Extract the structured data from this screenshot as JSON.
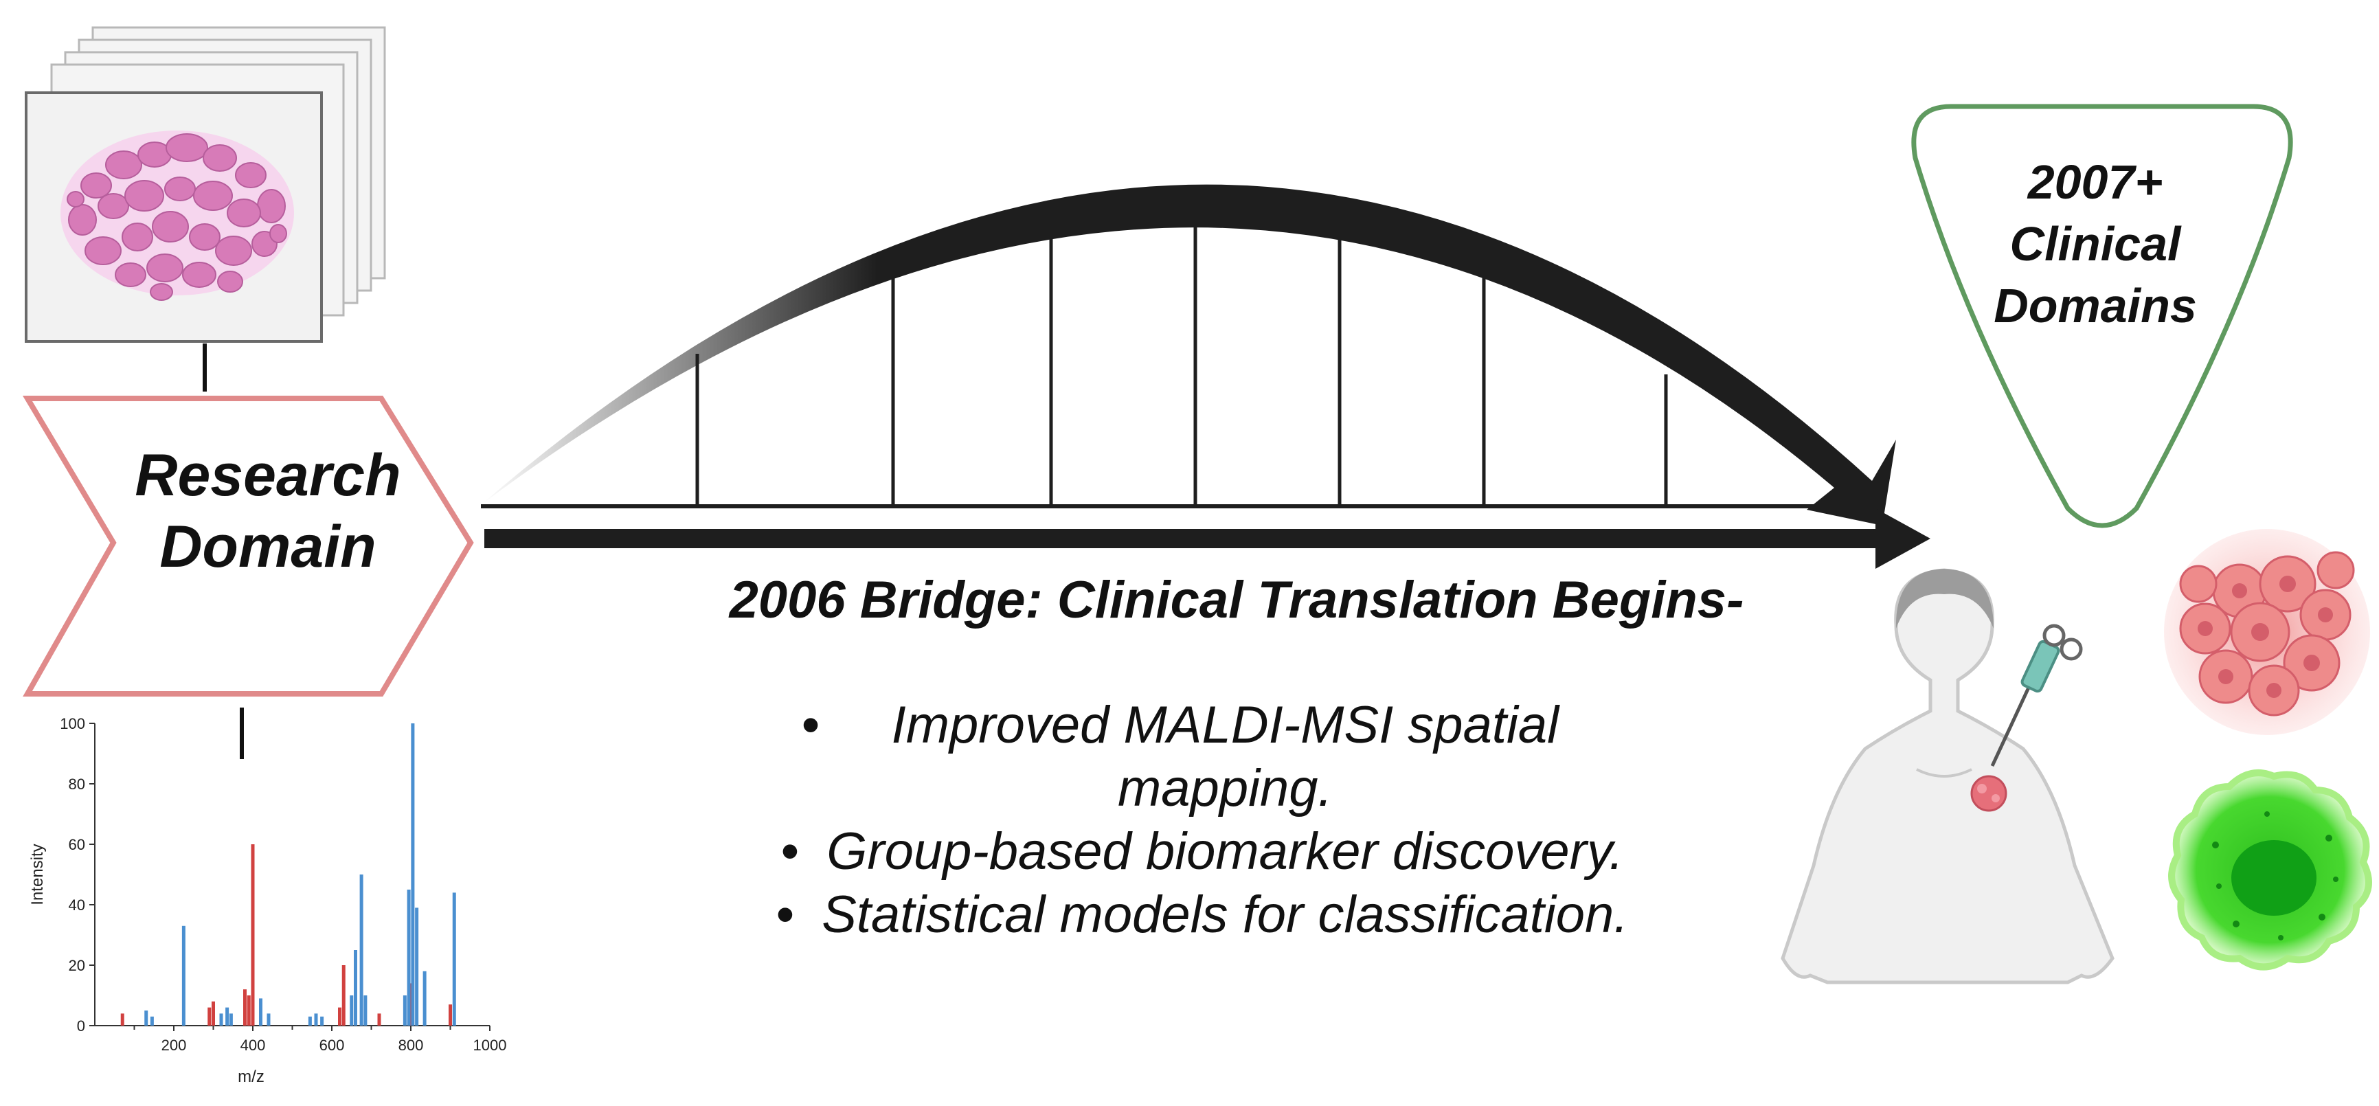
{
  "research": {
    "label_line1": "Research",
    "label_line2": "Domain"
  },
  "clinical": {
    "line1": "2007+",
    "line2": "Clinical",
    "line3": "Domains"
  },
  "bridge": {
    "title": "2006 Bridge: Clinical Translation Begins-",
    "bullets": [
      "Improved MALDI-MSI spatial mapping.",
      "Group-based biomarker discovery.",
      "Statistical models for classification."
    ]
  },
  "colors": {
    "research_outline": "#e08a8a",
    "clinical_outline": "#5f9a5f",
    "red_peaks": "#d1413f",
    "blue_peaks": "#4a8fd0",
    "bridge": "#1e1e1e"
  },
  "icons": {
    "tissue_stack": "tissue-slide-stack-icon",
    "patient": "patient-with-syringe-icon",
    "tumor": "tumor-cell-cluster-icon",
    "fluorescent_cell": "fluorescent-cell-icon"
  },
  "chart_data": {
    "type": "bar",
    "ylabel": "Intensity",
    "xlabel": "m/z",
    "xlim": [
      0,
      1000
    ],
    "ylim": [
      0,
      100
    ],
    "x_ticks": [
      "200",
      "400",
      "600",
      "800",
      "1000"
    ],
    "y_ticks": [
      "0",
      "20",
      "40",
      "60",
      "80",
      "100"
    ],
    "series": [
      {
        "color": "red",
        "points": [
          [
            70,
            4
          ],
          [
            290,
            6
          ],
          [
            300,
            8
          ],
          [
            380,
            12
          ],
          [
            390,
            10
          ],
          [
            400,
            60
          ],
          [
            620,
            6
          ],
          [
            630,
            20
          ],
          [
            720,
            4
          ],
          [
            800,
            14
          ],
          [
            900,
            7
          ]
        ]
      },
      {
        "color": "blue",
        "points": [
          [
            130,
            5
          ],
          [
            145,
            3
          ],
          [
            225,
            33
          ],
          [
            320,
            4
          ],
          [
            335,
            6
          ],
          [
            345,
            4
          ],
          [
            420,
            9
          ],
          [
            440,
            4
          ],
          [
            545,
            3
          ],
          [
            560,
            4
          ],
          [
            575,
            3
          ],
          [
            650,
            10
          ],
          [
            660,
            25
          ],
          [
            675,
            50
          ],
          [
            685,
            10
          ],
          [
            785,
            10
          ],
          [
            795,
            45
          ],
          [
            805,
            100
          ],
          [
            815,
            39
          ],
          [
            835,
            18
          ],
          [
            910,
            44
          ]
        ]
      }
    ]
  }
}
